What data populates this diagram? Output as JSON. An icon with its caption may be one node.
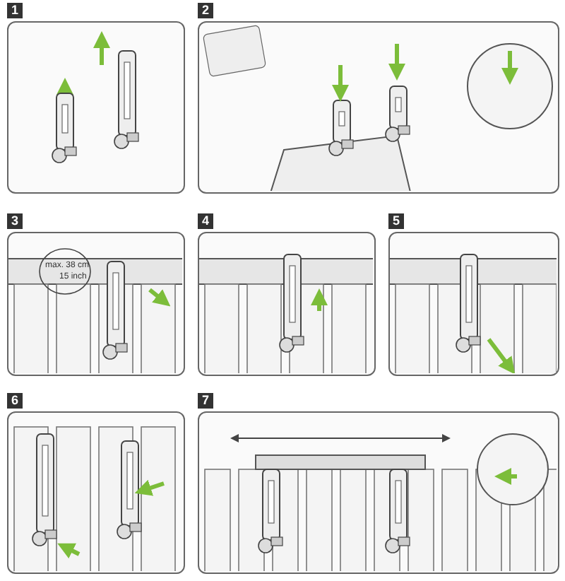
{
  "diagram": {
    "labels": [
      "1",
      "2",
      "3",
      "4",
      "5",
      "6",
      "7",
      "max. 38 cm",
      "15 inch"
    ]
  }
}
